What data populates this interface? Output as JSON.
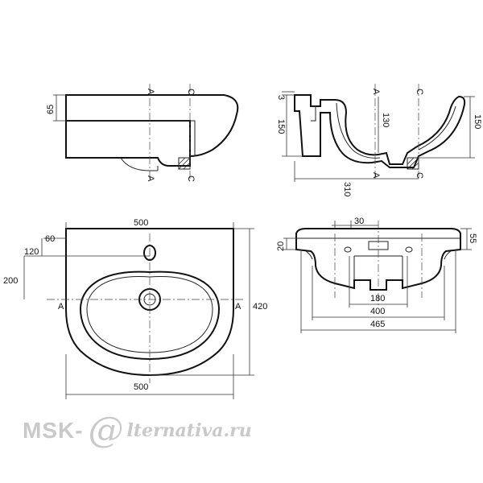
{
  "views": {
    "side_top": {
      "dim_height": "65",
      "section_a_top": "A",
      "section_a_bottom": "A",
      "section_c_top": "C",
      "section_c_bottom": "C"
    },
    "section": {
      "dim_3": "3",
      "dim_150_left": "150",
      "dim_130": "130",
      "dim_150_right": "150",
      "dim_310": "310",
      "section_a": "A",
      "section_a_bottom": "A",
      "section_c": "C",
      "section_c_bottom": "C"
    },
    "plan": {
      "dim_500_top": "500",
      "dim_60": "60",
      "dim_120": "120",
      "dim_200": "200",
      "dim_420": "420",
      "dim_500_bottom": "500",
      "section_a_left": "A",
      "section_a_right": "A"
    },
    "front": {
      "dim_30": "30",
      "dim_20": "20",
      "dim_55": "55",
      "dim_180": "180",
      "dim_400": "400",
      "dim_465": "465"
    }
  },
  "watermark": {
    "brand": "MSK-",
    "at_sign": "@",
    "rest": "lternativa.ru"
  }
}
